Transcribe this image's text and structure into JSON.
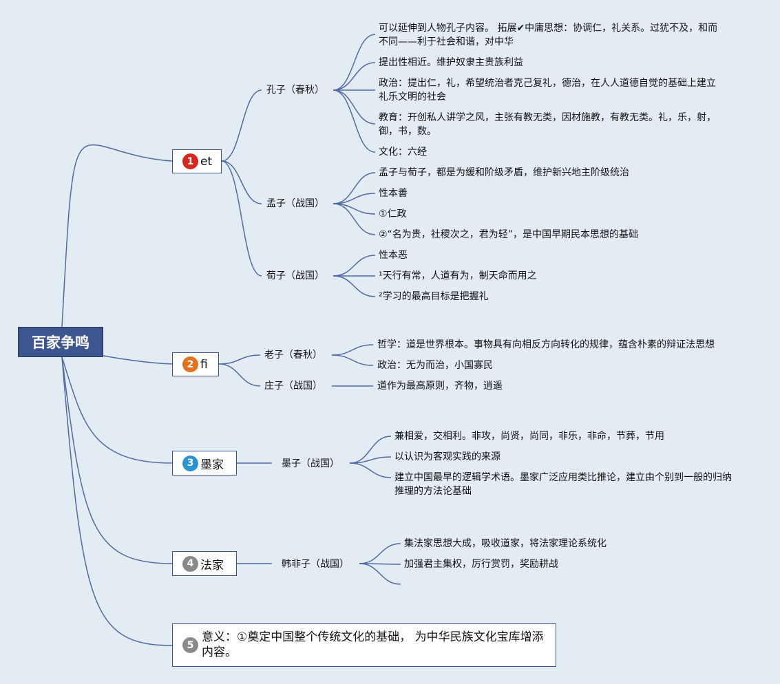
{
  "root": {
    "label": "百家争鸣"
  },
  "colors": {
    "background": "#e4ecf3",
    "root_fill": "#3e5690",
    "connector": "#4f6aa3",
    "badge_1": "#d9261c",
    "badge_2": "#e2721c",
    "badge_3": "#2a93d1",
    "badge_4": "#8a8a8a",
    "badge_5": "#8a8a8a"
  },
  "schools": [
    {
      "badge": "1",
      "label": "et",
      "people": [
        {
          "label": "孔子（春秋）",
          "items": [
            "可以延伸到人物孔子内容。 拓展✔中庸思想：协调仁，礼关系。过犹不及，和而不同——利于社会和谐，对中华",
            "提出性相近。维护奴隶主贵族利益",
            "政治：提出仁，礼，希望统治者克己复礼，德治，在人人道德自觉的基础上建立礼乐文明的社会",
            "教育：开创私人讲学之风，主张有教无类，因材施教，有教无类。礼，乐，射，御，书，数。",
            "文化：六经"
          ]
        },
        {
          "label": "孟子（战国）",
          "items": [
            "孟子与荀子，都是为缓和阶级矛盾，维护新兴地主阶级统治",
            "性本善",
            "①仁政",
            "②“名为贵，社稷次之，君为轻”，是中国早期民本思想的基础"
          ]
        },
        {
          "label": "荀子（战国）",
          "items": [
            "性本恶",
            "¹天行有常，人道有为，制天命而用之",
            "²学习的最高目标是把握礼"
          ]
        }
      ]
    },
    {
      "badge": "2",
      "label": "fi",
      "people": [
        {
          "label": "老子（春秋）",
          "items": [
            "哲学：道是世界根本。事物具有向相反方向转化的规律，蕴含朴素的辩证法思想",
            "政治：无为而治，小国寡民"
          ]
        },
        {
          "label": "庄子（战国）",
          "items": [
            "道作为最高原则，齐物，逍遥"
          ]
        }
      ]
    },
    {
      "badge": "3",
      "label": "墨家",
      "people": [
        {
          "label": "墨子（战国）",
          "items": [
            "兼相爱，交相利。非攻，尚贤，尚同，非乐，非命，节葬，节用",
            "以认识为客观实践的来源",
            "建立中国最早的逻辑学术语。墨家广泛应用类比推论，建立由个别到一般的归纳推理的方法论基础"
          ]
        }
      ]
    },
    {
      "badge": "4",
      "label": "法家",
      "people": [
        {
          "label": "韩非子（战国）",
          "items": [
            "集法家思想大成，吸收道家，将法家理论系统化",
            "加强君主集权，厉行赏罚，奖励耕战",
            ""
          ]
        }
      ]
    }
  ],
  "significance": {
    "badge": "5",
    "text": "意义：①奠定中国整个传统文化的基础， 为中华民族文化宝库增添内容。"
  }
}
